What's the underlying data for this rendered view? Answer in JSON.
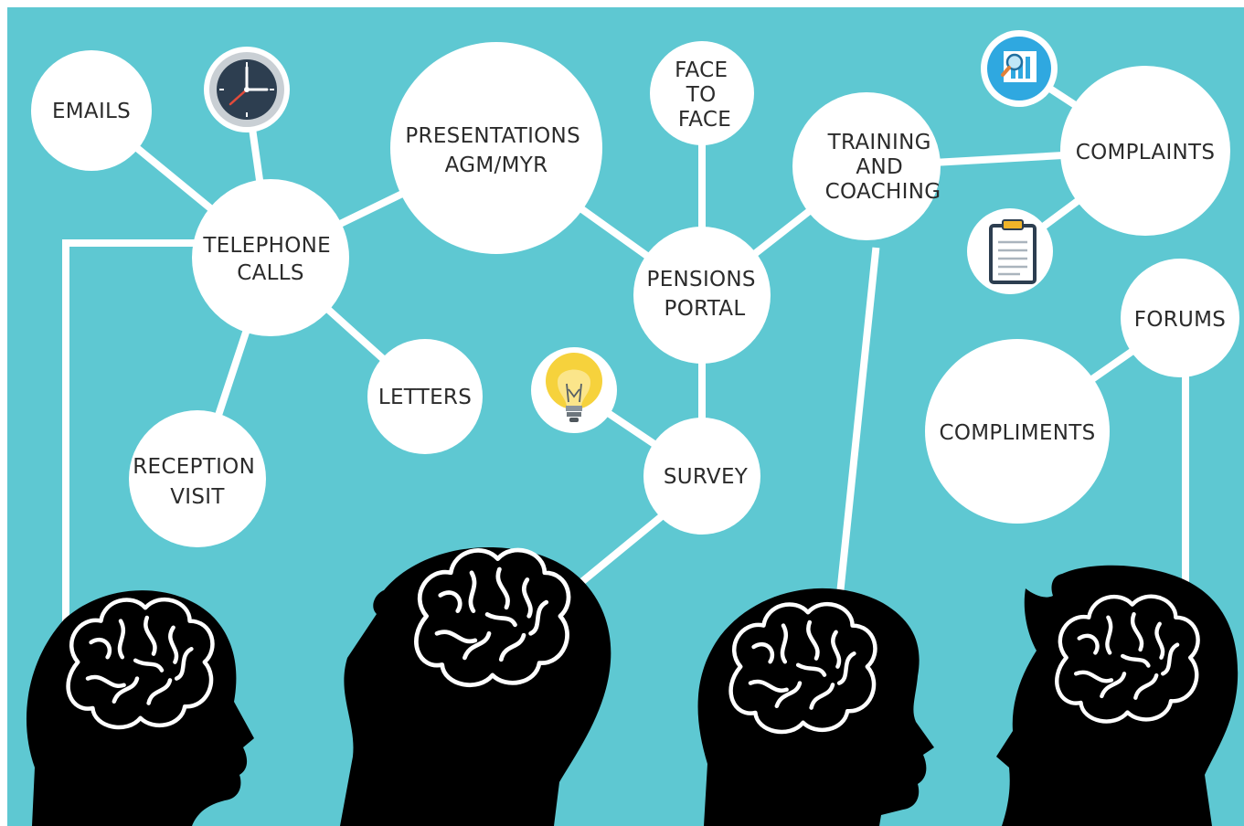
{
  "colors": {
    "background": "#5ec8d2",
    "node": "#ffffff",
    "connector": "#ffffff",
    "text": "#2b2b2b",
    "silhouette": "#000000"
  },
  "nodes": {
    "emails": [
      "EMAILS"
    ],
    "telephone_calls": [
      "TELEPHONE",
      "CALLS"
    ],
    "reception_visit": [
      "RECEPTION",
      "VISIT"
    ],
    "letters": [
      "LETTERS"
    ],
    "presentations": [
      "PRESENTATIONS",
      "AGM/MYR"
    ],
    "face_to_face": [
      "FACE",
      "TO",
      "FACE"
    ],
    "pensions_portal": [
      "PENSIONS",
      "PORTAL"
    ],
    "survey": [
      "SURVEY"
    ],
    "training_coaching": [
      "TRAINING",
      "AND",
      "COACHING"
    ],
    "complaints": [
      "COMPLAINTS"
    ],
    "forums": [
      "FORUMS"
    ],
    "compliments": [
      "COMPLIMENTS"
    ]
  },
  "icons": [
    "clock-icon",
    "analytics-icon",
    "clipboard-icon",
    "lightbulb-icon"
  ],
  "people": [
    "head-1",
    "head-2",
    "head-3",
    "head-4"
  ]
}
